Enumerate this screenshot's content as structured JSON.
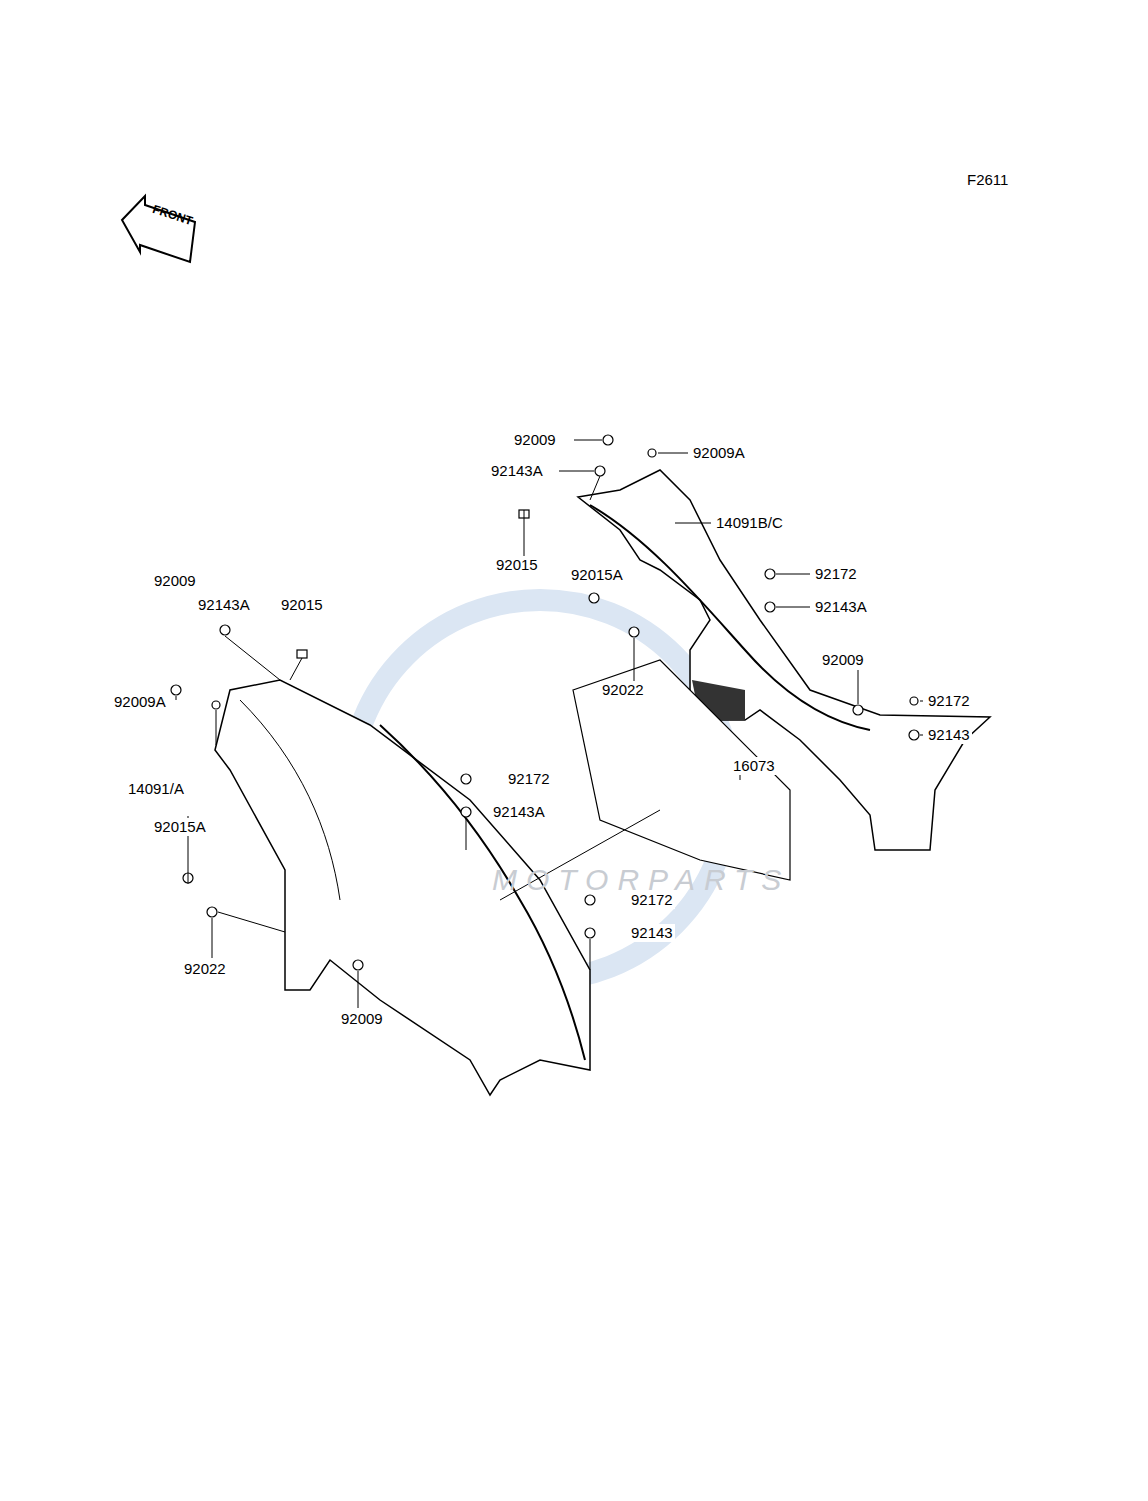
{
  "diagram": {
    "labels": [
      "F2611",
      "FRONT",
      "92009",
      "92009A",
      "92143A",
      "14091B/C",
      "92015",
      "92015A",
      "92172",
      "92143A",
      "92009",
      "92022",
      "92172",
      "92143",
      "16073",
      "92009",
      "92143A",
      "92015",
      "92009A",
      "14091/A",
      "92172",
      "92143A",
      "92015A",
      "92172",
      "92143",
      "92022",
      "92009",
      "MOTORPARTS"
    ]
  }
}
